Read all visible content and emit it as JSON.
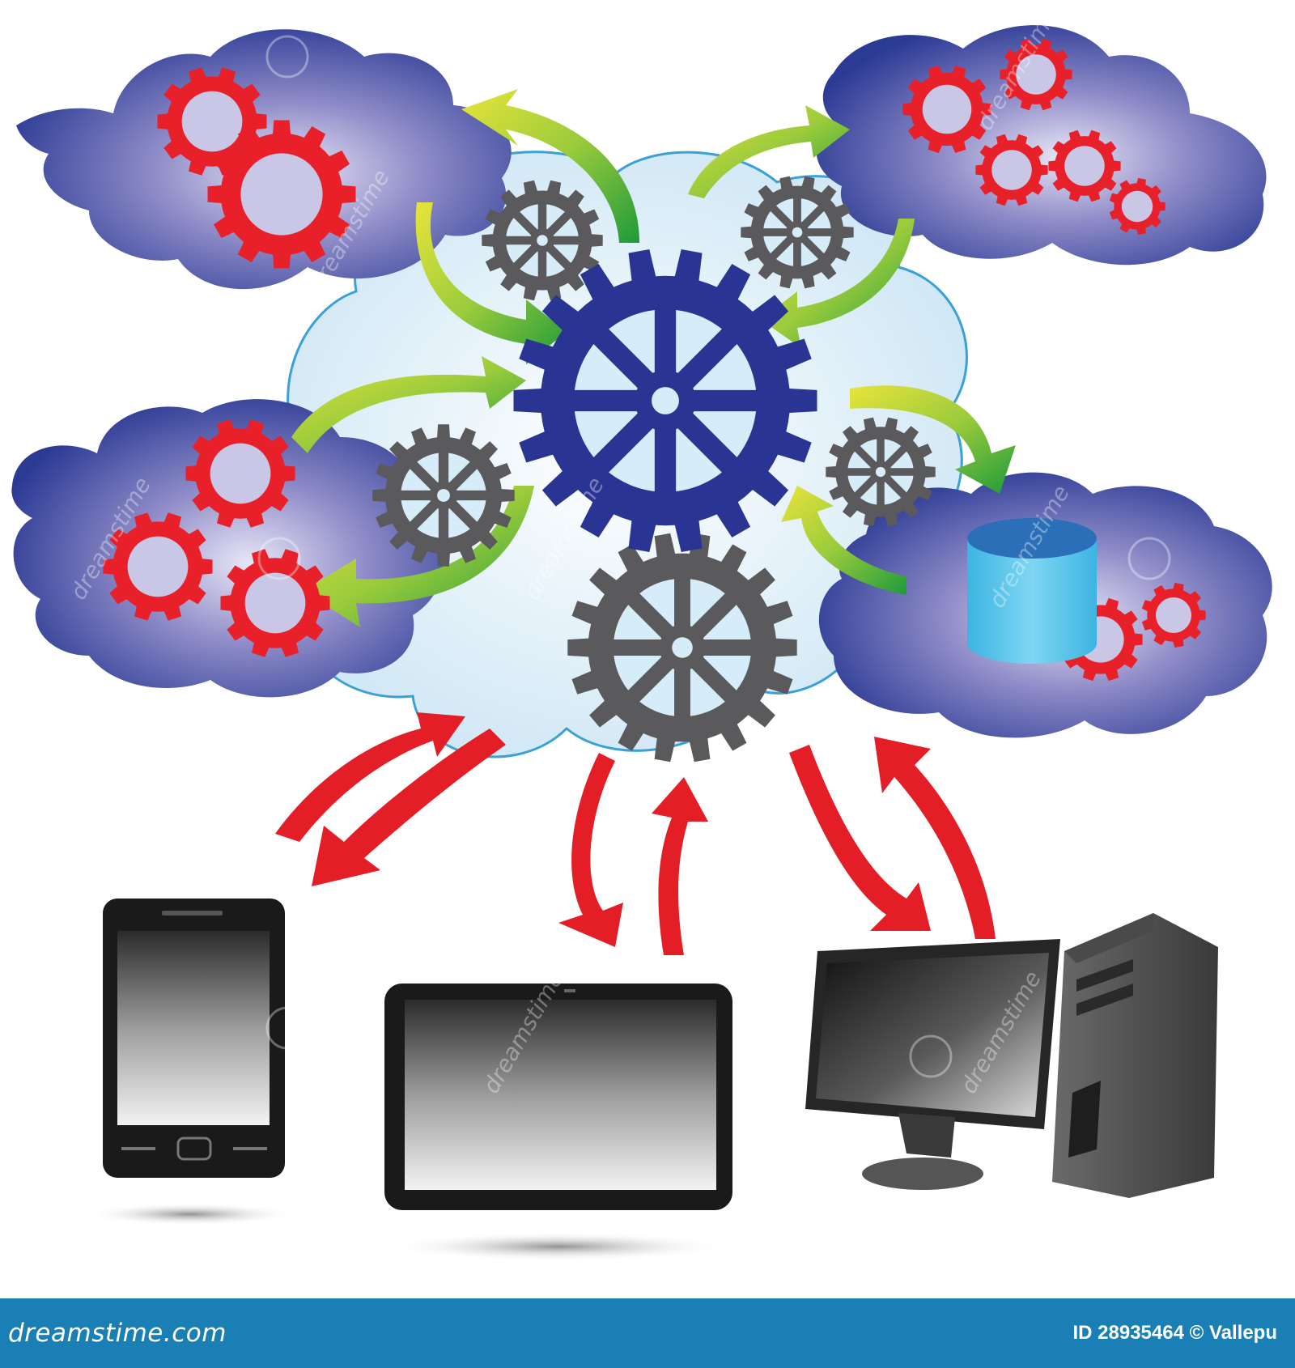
{
  "footer": {
    "brand": "dreamstime.com",
    "stock_id": "ID 28935464 © Vallepu"
  },
  "watermark_text": "dreamstime",
  "colors": {
    "background": "#ffffff",
    "footer_bar": "#1a7fb5",
    "cloud_blue": "#2b3a94",
    "cloud_highlight": "#c9c6e6",
    "red_gear": "#e8202a",
    "central_gear": "#2a3593",
    "gray_gear": "#5a5a5c",
    "green_arrow": "#2e9b3a",
    "yellow_arrow": "#e6e23a",
    "red_arrow": "#e41e26",
    "database": "#4fc3e8",
    "center_cloud_outline": "#3aa0d8"
  },
  "icons": [
    "cloud-icon",
    "gear-icon",
    "database-icon",
    "smartphone-icon",
    "tablet-icon",
    "desktop-computer-icon",
    "arrow-icon"
  ]
}
